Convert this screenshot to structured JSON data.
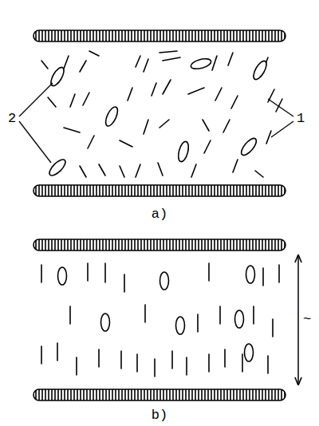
{
  "diagram": {
    "labels": [
      "2",
      "1",
      "a)",
      "~",
      "b)"
    ]
  }
}
